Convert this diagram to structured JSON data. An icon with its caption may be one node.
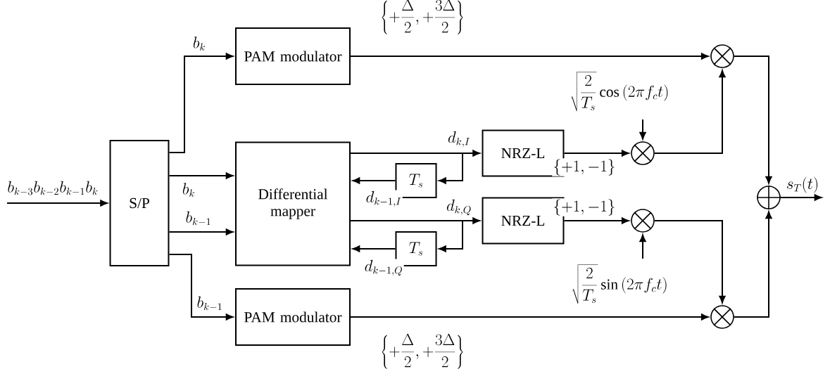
{
  "diagram": {
    "nodes": [
      {
        "text": [
          "S/P"
        ]
      },
      {
        "text": [
          "PAM modulator"
        ]
      },
      {
        "text": [
          "Differential mapper"
        ]
      },
      {
        "text": [
          "T_s"
        ]
      },
      {
        "text": [
          "NRZ-L"
        ]
      },
      {
        "text": [
          "T_s"
        ]
      },
      {
        "text": [
          "NRZ-L"
        ]
      },
      {
        "text": [
          "PAM modulator"
        ]
      },
      {
        "text": [],
        "shape": "circle"
      },
      {
        "text": [],
        "shape": "circle"
      },
      {
        "text": [],
        "shape": "circle"
      },
      {
        "text": [],
        "shape": "circle"
      },
      {
        "text": [],
        "shape": "circle"
      }
    ],
    "edges": [
      {
        "from": null,
        "to": 0,
        "arrow": "to",
        "label": "b_{k-3}b_{k-2}b_{k-1}b_k"
      },
      {
        "from": 0,
        "to": 1,
        "arrow": "to",
        "label": "b_k"
      },
      {
        "from": 0,
        "to": 2,
        "arrow": "to",
        "label": "b_k"
      },
      {
        "from": 0,
        "to": 2,
        "arrow": "to",
        "label": "b_{k-1}"
      },
      {
        "from": 0,
        "to": 7,
        "arrow": "to",
        "label": "b_{k-1}"
      },
      {
        "from": 2,
        "to": 4,
        "arrow": "to",
        "label": "d_{k,I}"
      },
      {
        "from": 2,
        "to": 3,
        "arrow": "to"
      },
      {
        "from": 3,
        "to": 2,
        "arrow": "to",
        "label": "d_{k-1,I}"
      },
      {
        "from": 2,
        "to": 6,
        "arrow": "to",
        "label": "d_{k,Q}"
      },
      {
        "from": 2,
        "to": 5,
        "arrow": "to"
      },
      {
        "from": 5,
        "to": 2,
        "arrow": "to",
        "label": "d_{k-1,Q}"
      },
      {
        "from": 1,
        "to": 8,
        "arrow": "to",
        "label": "\\left\\{+\\frac{\\Delta}{2},+\\frac{3\\Delta}{2}\\right\\}"
      },
      {
        "from": 4,
        "to": 9,
        "arrow": "to",
        "label": "\\left\\{+1,-1\\right\\}"
      },
      {
        "from": null,
        "to": 9,
        "arrow": "to",
        "label": "\\sqrt{\\frac{2}{T_s}}\\cos\\left(2\\pi f_c t\\right)"
      },
      {
        "from": 9,
        "to": 8,
        "arrow": "to"
      },
      {
        "from": 6,
        "to": 10,
        "arrow": "to",
        "label": "\\left\\{+1,-1\\right\\}"
      },
      {
        "from": null,
        "to": 10,
        "arrow": "to",
        "label": "\\sqrt{\\frac{2}{T_s}}\\sin\\left(2\\pi f_c t\\right)"
      },
      {
        "from": 10,
        "to": 12,
        "arrow": "to"
      },
      {
        "from": 7,
        "to": 12,
        "arrow": "to",
        "label": "\\left\\{+\\frac{\\Delta}{2},+\\frac{3\\Delta}{2}\\right\\}"
      },
      {
        "from": 8,
        "to": 11,
        "arrow": "to"
      },
      {
        "from": 12,
        "to": 11,
        "arrow": "to"
      },
      {
        "from": 11,
        "to": null,
        "arrow": "to",
        "label": "s_T(t)"
      }
    ]
  }
}
